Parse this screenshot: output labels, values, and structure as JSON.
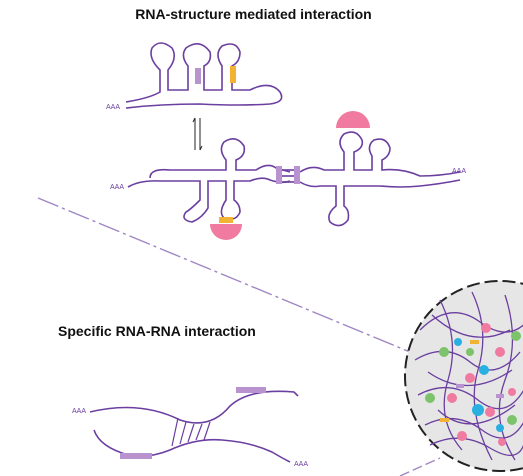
{
  "titles": {
    "structure": "RNA-structure mediated interaction",
    "specific": "Specific RNA-RNA interaction"
  },
  "labels": {
    "polya": "AAA"
  },
  "colors": {
    "rna": "#6b3fa0",
    "pairing_region": "#b893cf",
    "motif": "#f2b233",
    "rbp": "#f07aa0",
    "condensate_bg": "#e6e6e6",
    "dashed_line": "#9f86c4",
    "green_protein": "#7cc36b",
    "blue_protein": "#29b0e0"
  },
  "icons": {
    "equilibrium": "double-arrow-icon",
    "rbp": "rna-binding-protein-icon"
  }
}
